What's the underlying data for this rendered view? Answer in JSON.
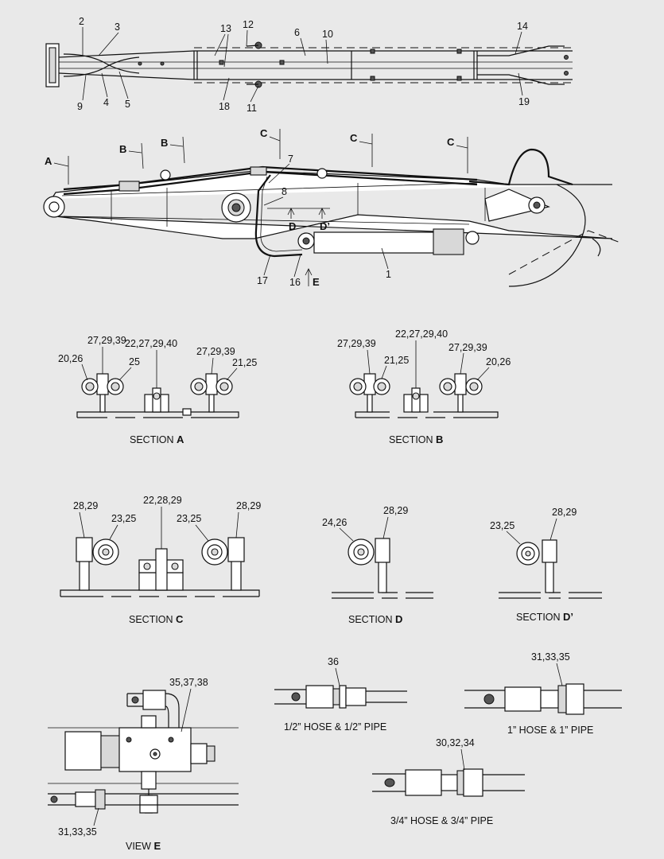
{
  "callouts": {
    "top_view": [
      "2",
      "3",
      "13",
      "12",
      "6",
      "10",
      "14",
      "9",
      "4",
      "5",
      "18",
      "11",
      "19"
    ],
    "side_view": [
      "7",
      "8",
      "1",
      "17",
      "16"
    ],
    "section_markers": {
      "a": "A",
      "b1": "B",
      "b2": "B",
      "c1": "C",
      "c2": "C",
      "c3": "C",
      "d": "D",
      "d_prime": "D’",
      "e": "E"
    }
  },
  "sections": {
    "a": {
      "caption": "SECTION",
      "letter": "A",
      "labels": [
        "27,29,39",
        "20,26",
        "22,27,29,40",
        "25",
        "27,29,39",
        "21,25"
      ]
    },
    "b": {
      "caption": "SECTION",
      "letter": "B",
      "labels": [
        "22,27,29,40",
        "27,29,39",
        "21,25",
        "27,29,39",
        "20,26"
      ]
    },
    "c": {
      "caption": "SECTION",
      "letter": "C",
      "labels": [
        "28,29",
        "22,28,29",
        "23,25",
        "23,25",
        "28,29"
      ]
    },
    "d": {
      "caption": "SECTION",
      "letter": "D",
      "labels": [
        "28,29",
        "24,26"
      ]
    },
    "d_prime": {
      "caption": "SECTION",
      "letter": "D’",
      "labels": [
        "28,29",
        "23,25"
      ]
    },
    "view_e": {
      "caption": "VIEW",
      "letter": "E",
      "labels": [
        "35,37,38",
        "31,33,35"
      ]
    }
  },
  "fittings": {
    "half_inch": {
      "label": "36",
      "caption": "1/2” HOSE & 1/2” PIPE"
    },
    "one_inch": {
      "label": "31,33,35",
      "caption": "1” HOSE & 1” PIPE"
    },
    "three_quarter": {
      "label": "30,32,34",
      "caption": "3/4” HOSE & 3/4” PIPE"
    }
  }
}
